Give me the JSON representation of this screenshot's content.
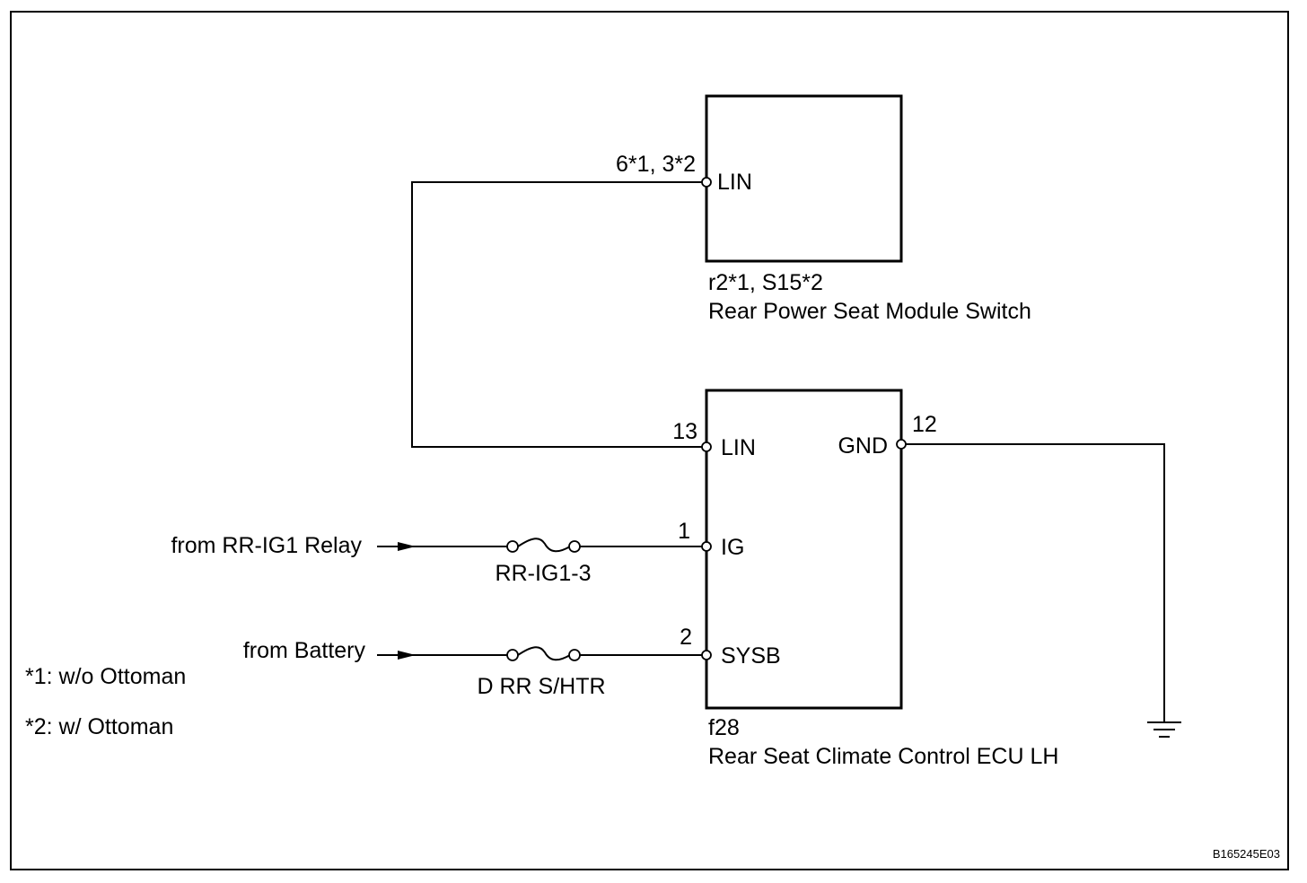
{
  "module_switch": {
    "connector": "r2*1, S15*2",
    "name": "Rear Power Seat Module Switch",
    "pin_lin": "6*1, 3*2",
    "terminal_lin": "LIN"
  },
  "ecu": {
    "connector": "f28",
    "name": "Rear Seat Climate Control ECU LH",
    "pins": {
      "lin": "13",
      "ig": "1",
      "sysb": "2",
      "gnd": "12"
    },
    "terminals": {
      "lin": "LIN",
      "ig": "IG",
      "sysb": "SYSB",
      "gnd": "GND"
    }
  },
  "sources": {
    "relay": "from RR-IG1 Relay",
    "battery": "from Battery"
  },
  "fuses": {
    "ig": "RR-IG1-3",
    "battery": "D RR S/HTR"
  },
  "notes": {
    "note1": "*1: w/o Ottoman",
    "note2": "*2: w/ Ottoman"
  },
  "figure_code": "B165245E03"
}
